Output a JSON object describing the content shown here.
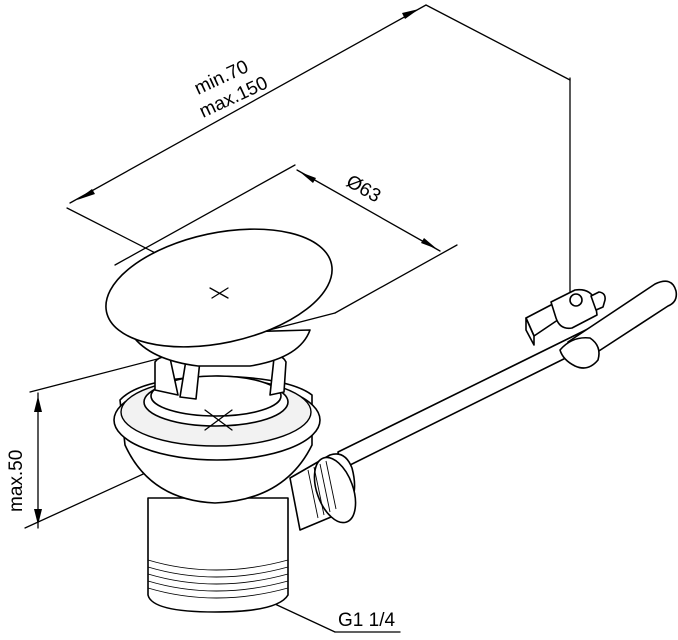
{
  "dimensions": {
    "length_min": "min.70",
    "length_max": "max.150",
    "diameter": "Ø63",
    "height": "max.50",
    "thread": "G1 1/4"
  }
}
